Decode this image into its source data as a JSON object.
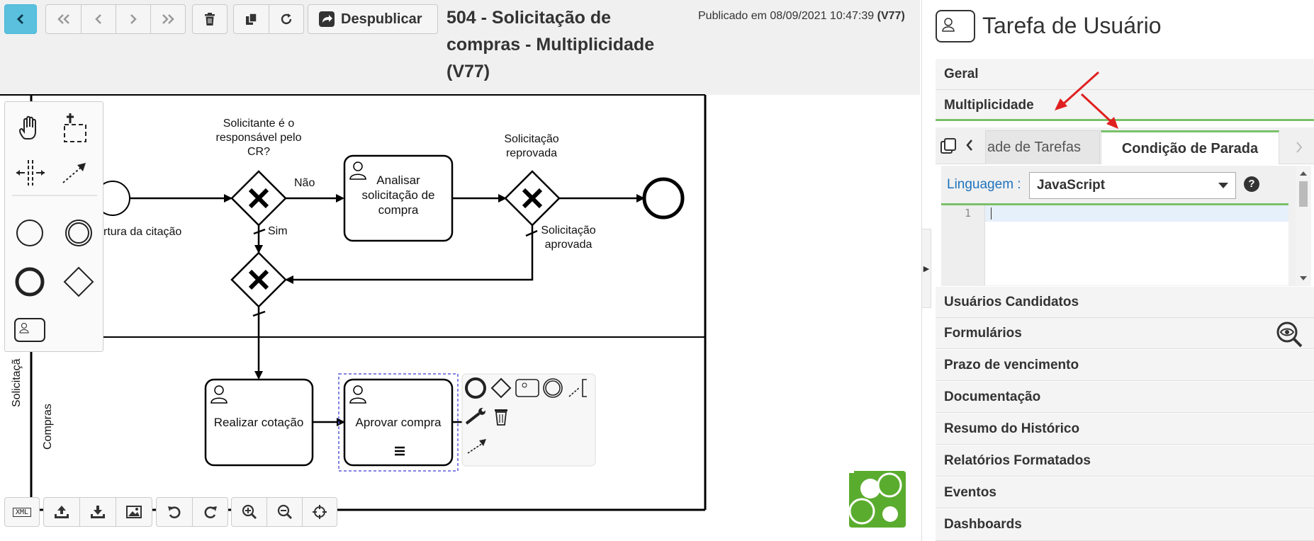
{
  "toolbar": {
    "unpublish_label": "Despublicar"
  },
  "process": {
    "title": "504 - Solicitação de compras - Multiplicidade (V77)",
    "published_prefix": "Publicado em 08/09/2021 10:47:39 ",
    "published_version": "(V77)"
  },
  "diagram": {
    "gateway_question": "Solicitante é o responsável pelo CR?",
    "flow_no": "Não",
    "flow_yes": "Sim",
    "task_analyze": "Analisar solicitação de compra",
    "rejected_label": "Solicitação reprovada",
    "approved_label": "Solicitação aprovada",
    "start_label": "rtura da citação",
    "task_quote": "Realizar cotação",
    "task_approve": "Aprovar compra",
    "lane_solicitation": "Solicitaçã",
    "lane_purchases": "Compras"
  },
  "bottom_toolbar": {
    "xml_label": "XML"
  },
  "panel": {
    "title": "Tarefa de Usuário",
    "sections_top": [
      "Geral",
      "Multiplicidade"
    ],
    "tabs": [
      "ade de Tarefas",
      "Condição de Parada"
    ],
    "language_label": "Linguagem :",
    "language_value": "JavaScript",
    "line_number": "1",
    "sections": [
      "Usuários Candidatos",
      "Formulários",
      "Prazo de vencimento",
      "Documentação",
      "Resumo do Histórico",
      "Relatórios Formatados",
      "Eventos",
      "Dashboards"
    ]
  },
  "colors": {
    "accent_blue": "#2a9fd6",
    "tab_active_border": "#79c16a",
    "arrow_red": "#e02020",
    "logo_green": "#5aac2e"
  }
}
